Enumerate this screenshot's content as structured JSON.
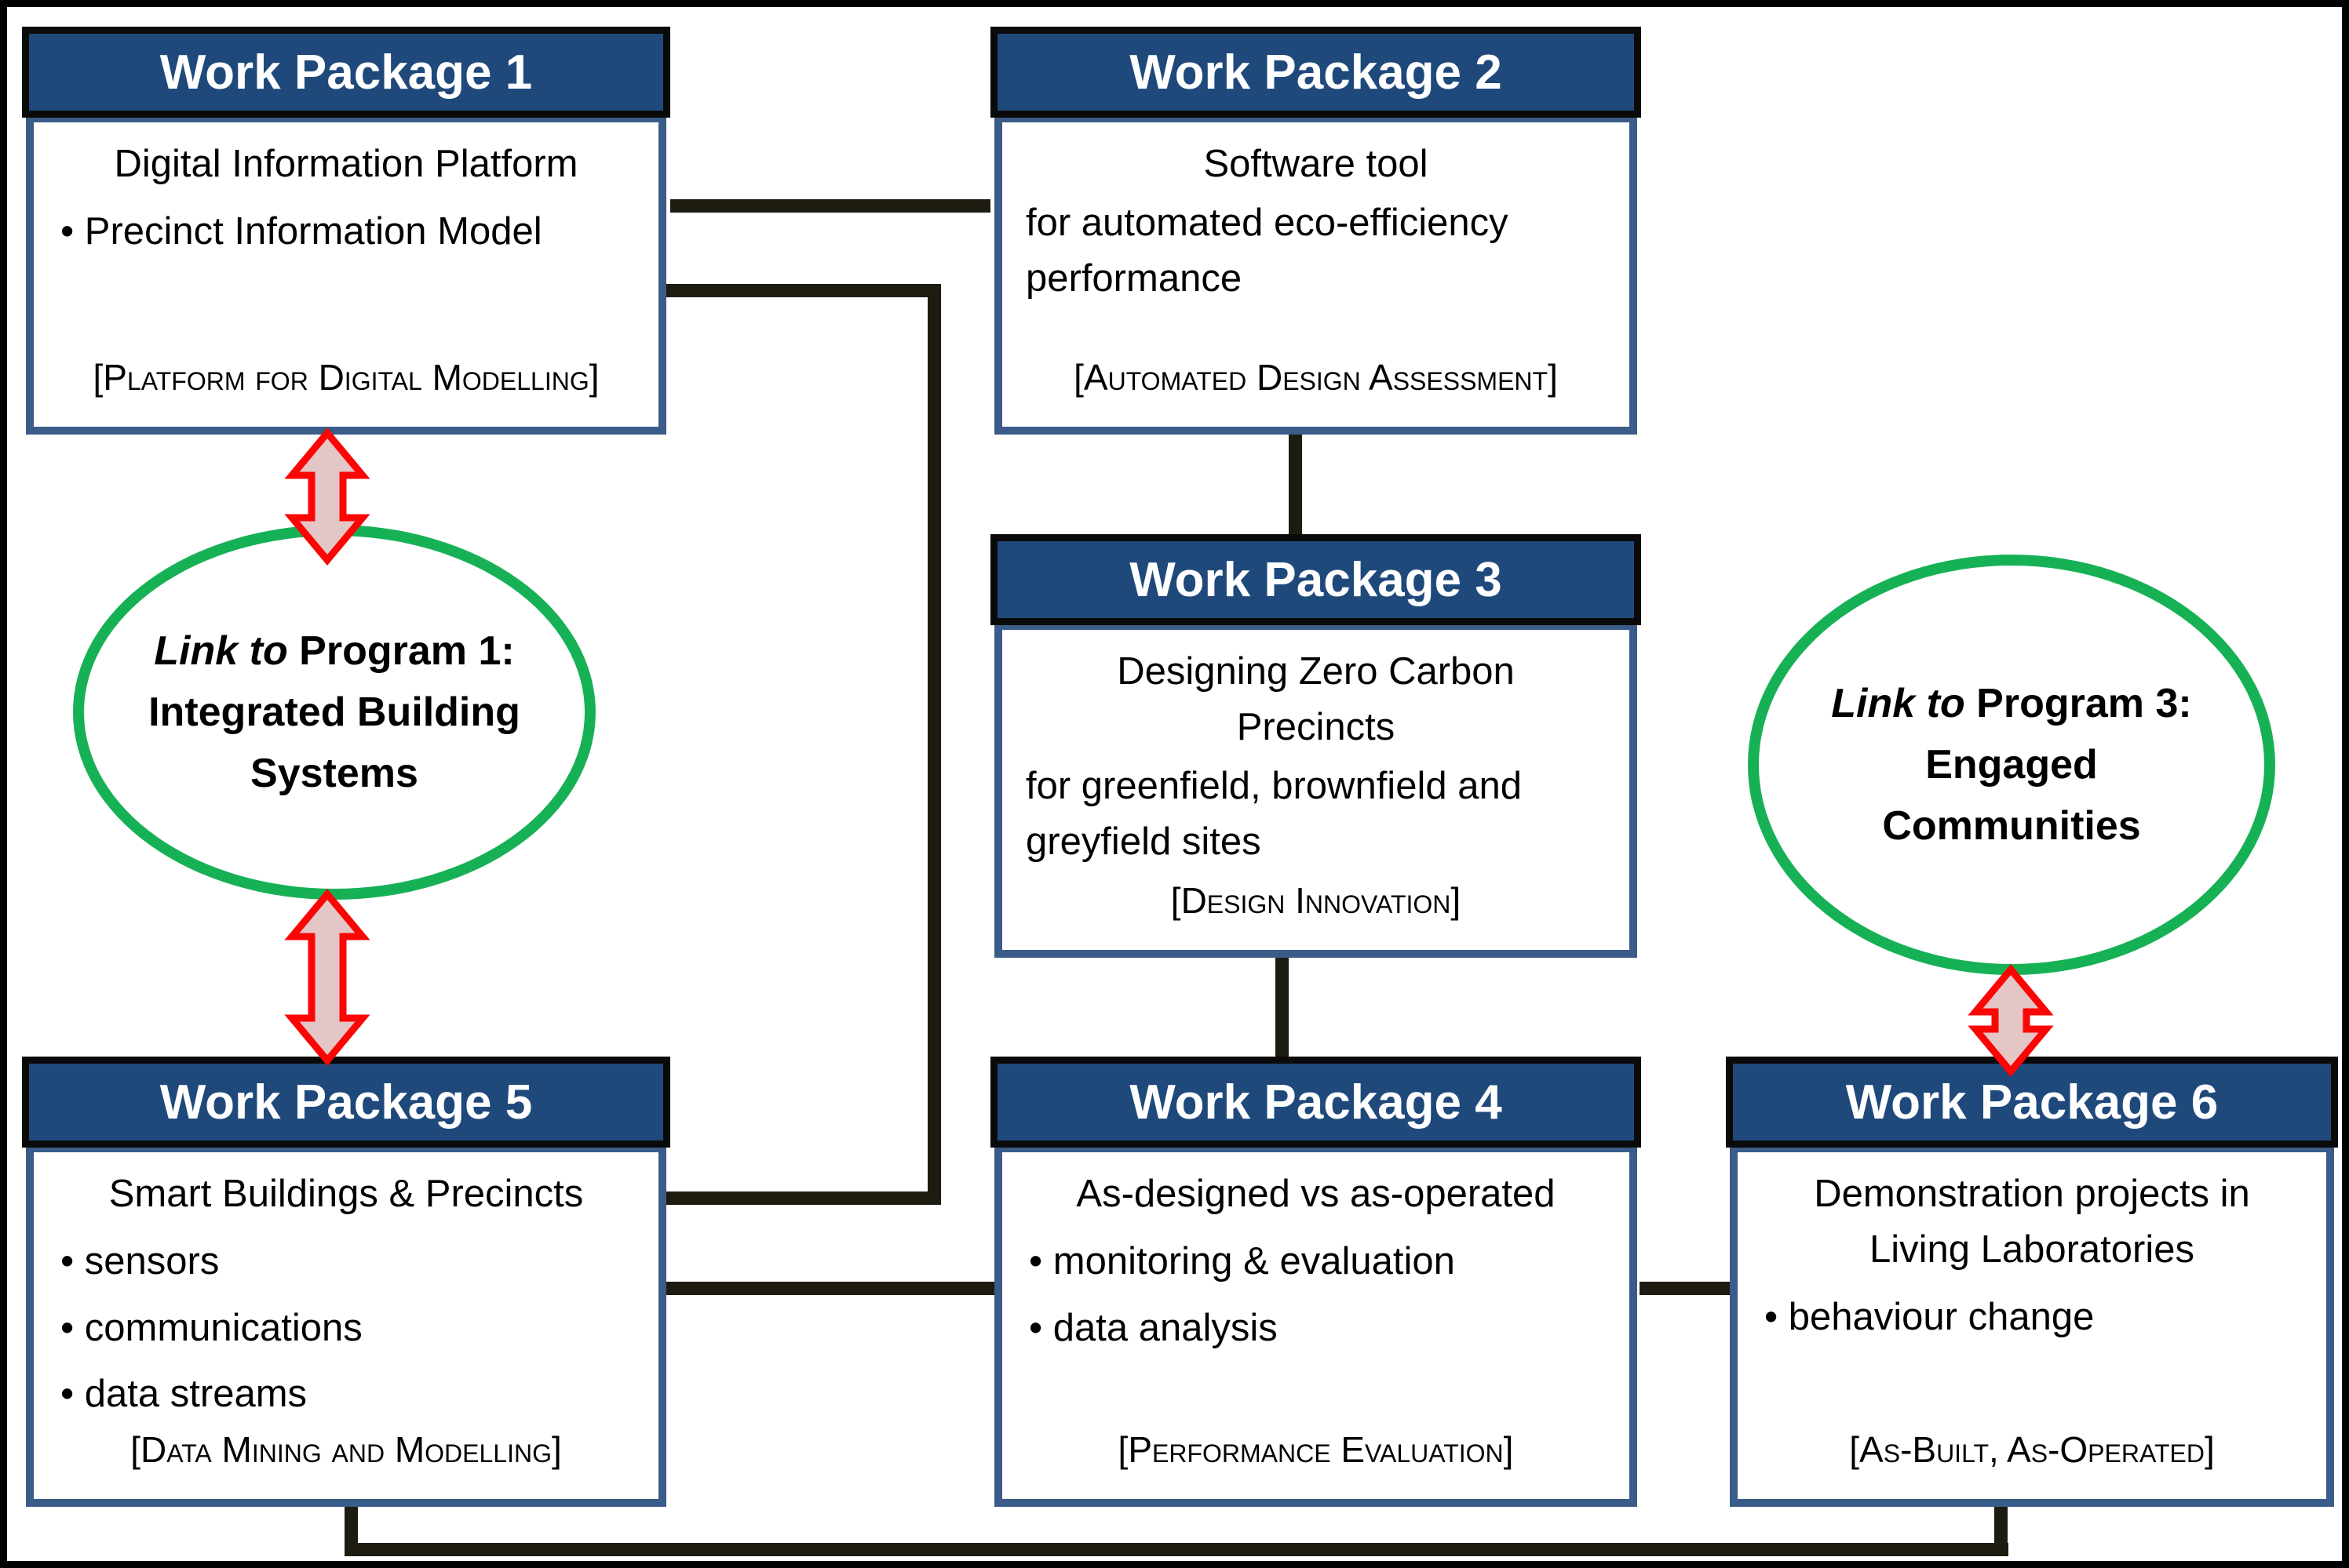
{
  "work_packages": [
    {
      "title": "Work Package 1",
      "heading": "Digital Information Platform",
      "bullets": [
        "Precinct Information Model"
      ],
      "tag": "[Platform for Digital Modelling]"
    },
    {
      "title": "Work Package 2",
      "heading": "Software tool",
      "subheading": "for automated eco-efficiency performance",
      "tag": "[Automated Design Assessment]"
    },
    {
      "title": "Work Package 3",
      "heading": "Designing Zero Carbon Precincts",
      "subheading": "for greenfield, brownfield and greyfield sites",
      "tag": "[Design Innovation]"
    },
    {
      "title": "Work Package 4",
      "heading": "As-designed vs as-operated",
      "bullets": [
        "monitoring & evaluation",
        "data analysis"
      ],
      "tag": "[Performance Evaluation]"
    },
    {
      "title": "Work Package 5",
      "heading": "Smart Buildings & Precincts",
      "bullets": [
        "sensors",
        "communications",
        "data streams"
      ],
      "tag": "[Data Mining and Modelling]"
    },
    {
      "title": "Work Package 6",
      "heading": "Demonstration projects in Living Laboratories",
      "bullets": [
        "behaviour change"
      ],
      "tag": "[As-Built, As-Operated]"
    }
  ],
  "program_links": [
    {
      "prefix": "Link to",
      "program": "Program 1:",
      "name": "Integrated Building Systems"
    },
    {
      "prefix": "Link to",
      "program": "Program 3:",
      "name": "Engaged Communities"
    }
  ],
  "colors": {
    "header_blue": "#1f497b",
    "box_border_blue": "#3a5c88",
    "connector_black": "#1e1b11",
    "frame_black": "#000000",
    "ellipse_green": "#16b155",
    "arrow_red": "#fb0505",
    "arrow_fill": "#e5c6c6",
    "header_text": "#ffffff",
    "body_text": "#000000"
  }
}
